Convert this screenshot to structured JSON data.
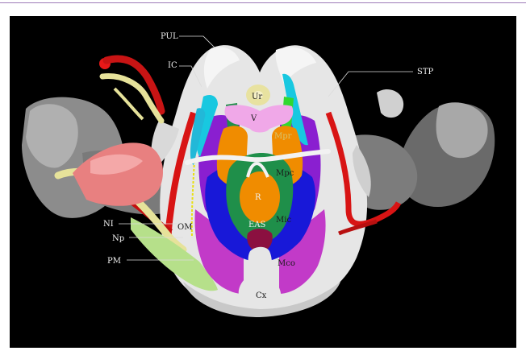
{
  "labels": {
    "pul": "PUL",
    "ic": "IC",
    "stp": "STP",
    "ur": "Ur",
    "v": "V",
    "mpr": "Mpr",
    "mpc": "Mpc",
    "r": "R",
    "mic": "Mic",
    "eas": "EAS",
    "om": "OM",
    "ni": "NI",
    "np": "Np",
    "pm": "PM",
    "mco": "Mco",
    "cx": "Cx"
  },
  "colors": {
    "background": "#000000",
    "bone": "#e9e9e9",
    "bone_dark": "#8c8c8c",
    "artery_red": "#d41414",
    "rectum_orange": "#f08c00",
    "eas_green": "#1f8f4a",
    "muscle_blue": "#1818d8",
    "muscle_violet": "#8a1fd0",
    "muscle_magenta": "#c23ac8",
    "cyan_fascia": "#18c8e0",
    "vagina_pink": "#f0a8e8",
    "urethra_yellow": "#e8e2a0",
    "nerve_yellow": "#e6e29a",
    "pudendal_green": "#b6e08a",
    "salmon_muscle": "#e88080",
    "maroon": "#8b1040"
  }
}
